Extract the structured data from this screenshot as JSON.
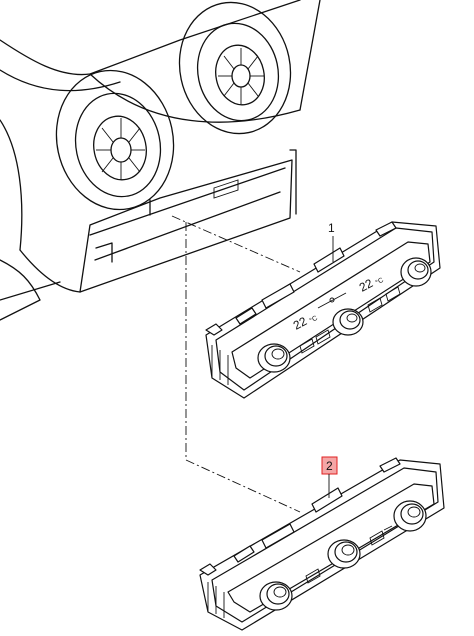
{
  "callouts": [
    {
      "label": "1",
      "highlighted": false
    },
    {
      "label": "2",
      "highlighted": true
    }
  ],
  "panel_1": {
    "left_temp": "22",
    "left_unit": "°C",
    "right_temp": "22",
    "right_unit": "°C"
  },
  "colors": {
    "highlight_fill": "#f4a6a6",
    "highlight_stroke": "#e02020",
    "line": "#111111"
  }
}
